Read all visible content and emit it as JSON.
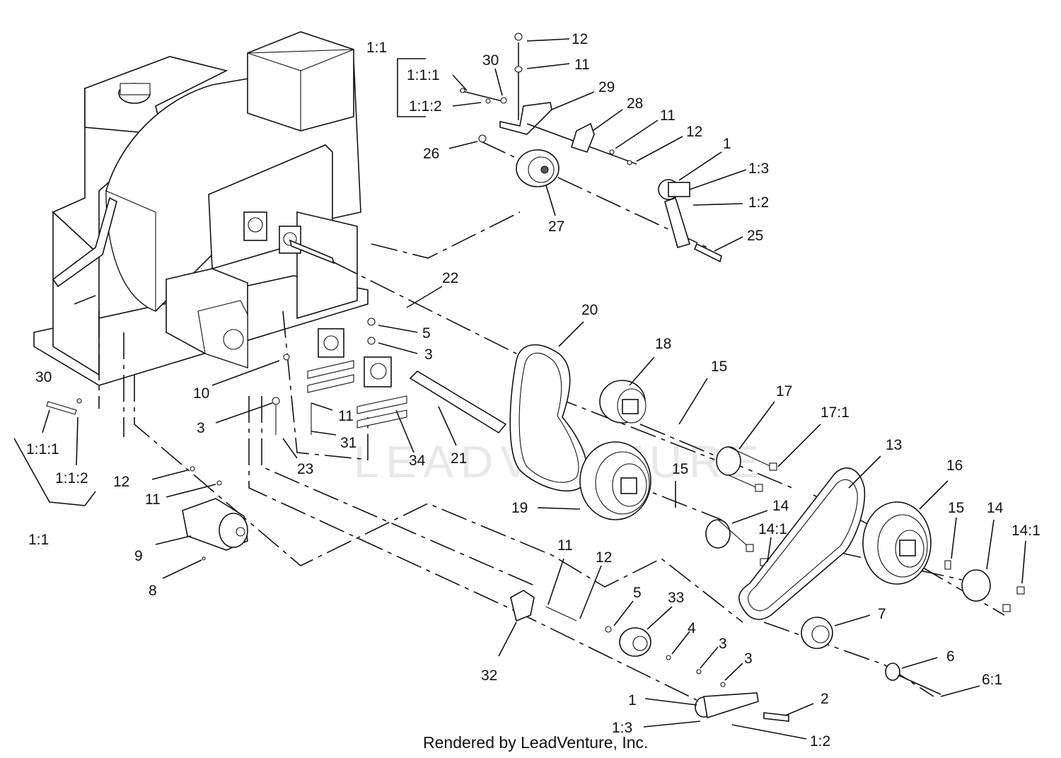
{
  "watermark": "LEADVENTURE",
  "footer": "Rendered by LeadVenture, Inc.",
  "labels": {
    "l_1_1_top": "1:1",
    "l_1_1_1_top": "1:1:1",
    "l_1_1_2_top": "1:1:2",
    "l_30_top": "30",
    "l_12_top": "12",
    "l_11_top": "11",
    "l_29": "29",
    "l_28": "28",
    "l_11_b": "11",
    "l_12_b": "12",
    "l_1_top": "1",
    "l_1_3_top": "1:3",
    "l_1_2_top": "1:2",
    "l_26": "26",
    "l_27": "27",
    "l_25": "25",
    "l_22": "22",
    "l_20": "20",
    "l_5_top": "5",
    "l_3_a": "3",
    "l_18": "18",
    "l_15_a": "15",
    "l_17": "17",
    "l_17_1": "17:1",
    "l_30_left": "30",
    "l_10": "10",
    "l_3_b": "3",
    "l_11_c": "11",
    "l_31": "31",
    "l_21": "21",
    "l_34": "34",
    "l_23": "23",
    "l_13": "13",
    "l_16": "16",
    "l_1_1_1_left": "1:1:1",
    "l_1_1_2_left": "1:1:2",
    "l_1_1_left": "1:1",
    "l_12_c": "12",
    "l_11_d": "11",
    "l_9": "9",
    "l_8": "8",
    "l_19": "19",
    "l_15_b": "15",
    "l_14_a": "14",
    "l_14_1_a": "14:1",
    "l_15_c": "15",
    "l_14_b": "14",
    "l_14_1_b": "14:1",
    "l_11_e": "11",
    "l_12_d": "12",
    "l_5_bot": "5",
    "l_33": "33",
    "l_7": "7",
    "l_4": "4",
    "l_3_c": "3",
    "l_3_d": "3",
    "l_6": "6",
    "l_6_1": "6:1",
    "l_32": "32",
    "l_1_bot": "1",
    "l_2": "2",
    "l_1_3_bot": "1:3",
    "l_1_2_bot": "1:2"
  }
}
